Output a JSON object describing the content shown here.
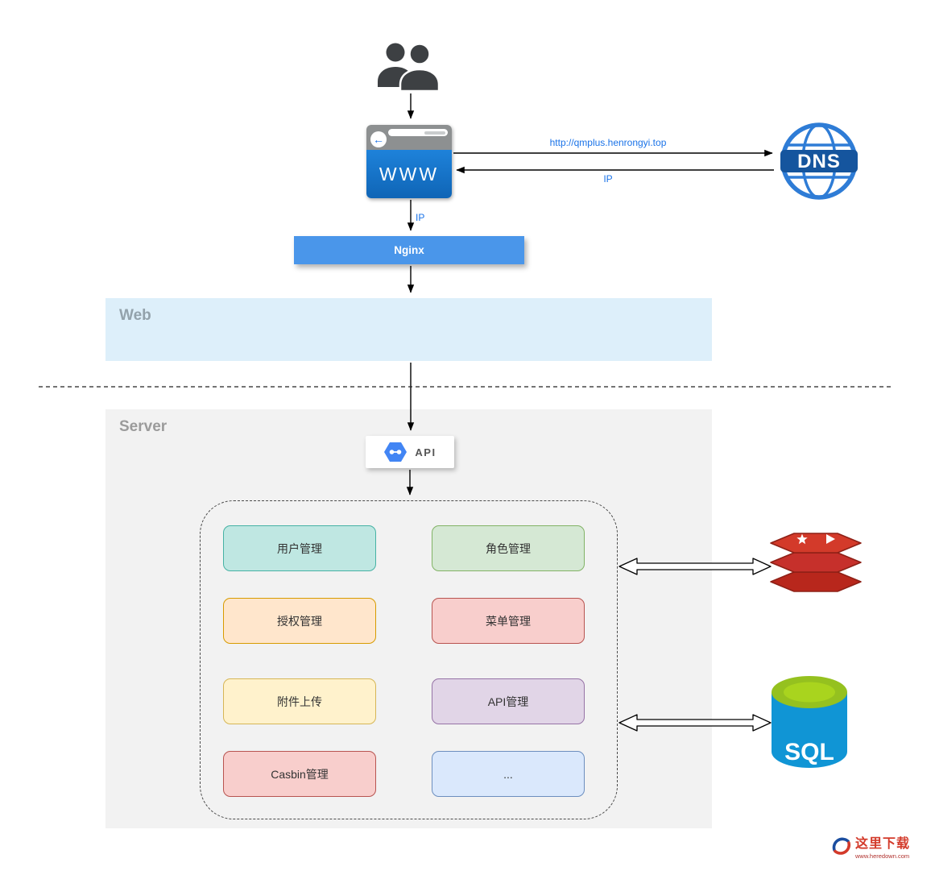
{
  "sections": {
    "web": {
      "label": "Web",
      "fill": "#ddeffa"
    },
    "server": {
      "label": "Server",
      "fill": "#f2f2f2"
    }
  },
  "nodes": {
    "browser": {
      "label": "WWW"
    },
    "dns": {
      "label": "DNS"
    },
    "nginx": {
      "label": "Nginx",
      "fill": "#4a96ea"
    },
    "api": {
      "label": "API"
    },
    "sql": {
      "label": "SQL"
    }
  },
  "edges": {
    "browser_to_dns_label": "http://qmplus.henrongyi.top",
    "dns_to_browser_label": "IP",
    "browser_to_nginx_label": "IP"
  },
  "icons": {
    "back_arrow": "←"
  },
  "modules": [
    {
      "label": "用户管理",
      "fill": "#bfe7e2",
      "border": "#46b2a4"
    },
    {
      "label": "角色管理",
      "fill": "#d5e8d4",
      "border": "#82b366"
    },
    {
      "label": "授权管理",
      "fill": "#ffe6cc",
      "border": "#d79b00"
    },
    {
      "label": "菜单管理",
      "fill": "#f8cecc",
      "border": "#b85450"
    },
    {
      "label": "附件上传",
      "fill": "#fff2cc",
      "border": "#d6b656"
    },
    {
      "label": "API管理",
      "fill": "#e1d5e7",
      "border": "#9673a6"
    },
    {
      "label": "Casbin管理",
      "fill": "#f8cecc",
      "border": "#b85450"
    },
    {
      "label": "...",
      "fill": "#dae8fc",
      "border": "#6c8ebf"
    }
  ],
  "watermark": {
    "title": "这里下载",
    "url": "www.heredown.com"
  }
}
